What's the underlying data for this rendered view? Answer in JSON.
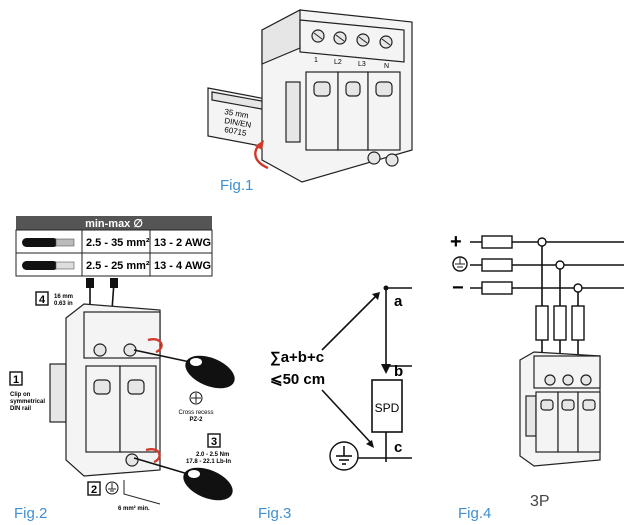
{
  "fig1": {
    "label": "Fig.1",
    "rail_text": [
      "35 mm",
      "DIN/EN",
      "60715"
    ],
    "terminal_labels": [
      "1",
      "L2",
      "L3",
      "N"
    ]
  },
  "fig2": {
    "label": "Fig.2",
    "table": {
      "header": "min-max ∅",
      "rows": [
        {
          "mm": "2.5 - 35 mm²",
          "awg": "13 - 2 AWG"
        },
        {
          "mm": "2.5 - 25 mm²",
          "awg": "13 - 4 AWG"
        }
      ]
    },
    "steps": [
      {
        "num": "1",
        "text": [
          "Clip on",
          "symmetrical",
          "DIN rail"
        ]
      },
      {
        "num": "2",
        "text": []
      },
      {
        "num": "3",
        "text": [
          "2.0 - 2.5 Nm",
          "17.8 - 22.1 Lb-In"
        ]
      },
      {
        "num": "4",
        "text": [
          "16 mm",
          "0.63 in"
        ]
      }
    ],
    "cross_recess": [
      "Cross recess",
      "PZ-2"
    ],
    "ground_wire": "6 mm² min."
  },
  "fig3": {
    "label": "Fig.3",
    "formula": "∑a+b+c",
    "limit": "⩽50 cm",
    "points": [
      "a",
      "b",
      "c"
    ],
    "box": "SPD"
  },
  "fig4": {
    "label": "Fig.4",
    "type_label": "3P",
    "symbols": [
      "+",
      "−"
    ]
  }
}
